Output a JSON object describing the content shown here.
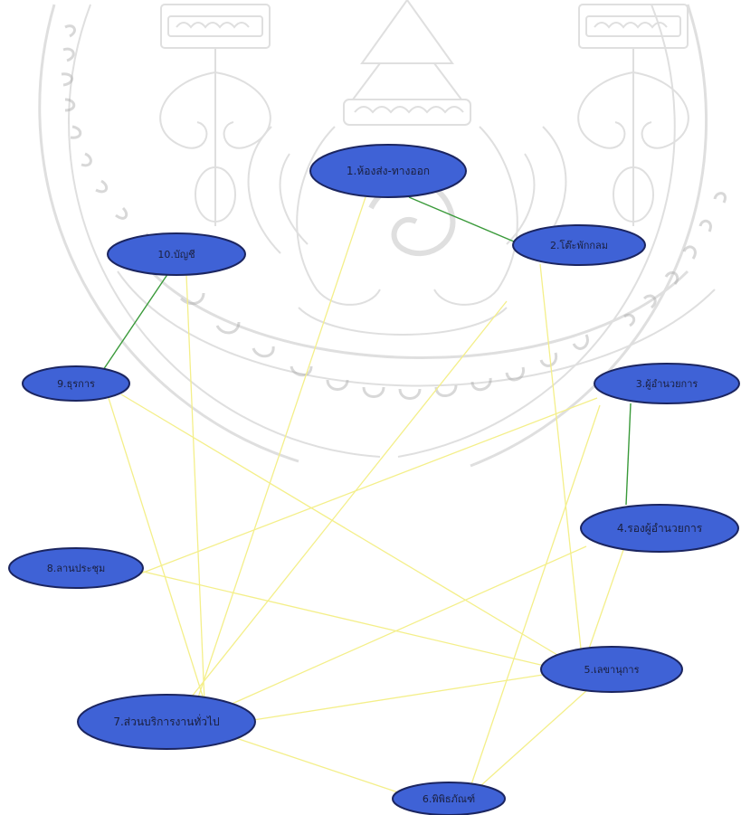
{
  "diagram": {
    "nodes": [
      {
        "id": "n1",
        "label": "1.ห้องส่ง-ทางออก"
      },
      {
        "id": "n2",
        "label": "2.โต๊ะพักกลม"
      },
      {
        "id": "n3",
        "label": "3.ผู้อำนวยการ"
      },
      {
        "id": "n4",
        "label": "4.รองผู้อำนวยการ"
      },
      {
        "id": "n5",
        "label": "5.เลขานุการ"
      },
      {
        "id": "n6",
        "label": "6.พิพิธภัณฑ์"
      },
      {
        "id": "n7",
        "label": "7.ส่วนบริการงานทั่วไป"
      },
      {
        "id": "n8",
        "label": "8.ลานประชุม"
      },
      {
        "id": "n9",
        "label": "9.ธุรการ"
      },
      {
        "id": "n10",
        "label": "10.บัญชี"
      }
    ],
    "edges": [
      {
        "from": "n1",
        "to": "n2",
        "kind": "strong"
      },
      {
        "from": "n3",
        "to": "n4",
        "kind": "strong"
      },
      {
        "from": "n9",
        "to": "n10",
        "kind": "strong"
      },
      {
        "from": "n1",
        "to": "n7",
        "kind": "weak"
      },
      {
        "from": "n2",
        "to": "n5",
        "kind": "weak"
      },
      {
        "from": "n2",
        "to": "n7",
        "kind": "weak"
      },
      {
        "from": "n3",
        "to": "n8",
        "kind": "weak"
      },
      {
        "from": "n3",
        "to": "n6",
        "kind": "weak"
      },
      {
        "from": "n4",
        "to": "n5",
        "kind": "weak"
      },
      {
        "from": "n4",
        "to": "n7",
        "kind": "weak"
      },
      {
        "from": "n5",
        "to": "n6",
        "kind": "weak"
      },
      {
        "from": "n5",
        "to": "n7",
        "kind": "weak"
      },
      {
        "from": "n5",
        "to": "n8",
        "kind": "weak"
      },
      {
        "from": "n5",
        "to": "n9",
        "kind": "weak"
      },
      {
        "from": "n7",
        "to": "n9",
        "kind": "weak"
      },
      {
        "from": "n7",
        "to": "n10",
        "kind": "weak"
      },
      {
        "from": "n6",
        "to": "n7",
        "kind": "weak"
      }
    ],
    "colors": {
      "node_fill": "#3f62d6",
      "node_stroke": "#1b2560",
      "strong_edge": "#3a9a3a",
      "weak_edge": "#f4ef8a",
      "label_text": "#1a1f3d",
      "watermark": "#b7b7b7"
    }
  },
  "watermark": {
    "icon": "royal-crest-seal"
  }
}
